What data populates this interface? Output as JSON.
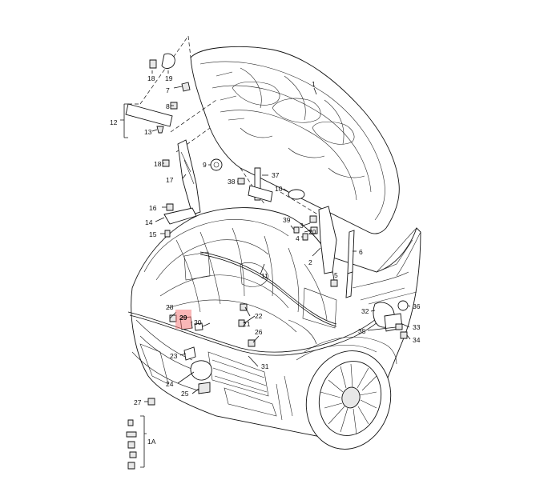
{
  "diagram": {
    "highlight_color": "#f47c7c",
    "labels": [
      {
        "id": "p1",
        "text": "1"
      },
      {
        "id": "p1a",
        "text": "1A"
      },
      {
        "id": "p2",
        "text": "2"
      },
      {
        "id": "p3",
        "text": "3"
      },
      {
        "id": "p4",
        "text": "4"
      },
      {
        "id": "p5",
        "text": "5"
      },
      {
        "id": "p6",
        "text": "6"
      },
      {
        "id": "p7",
        "text": "7"
      },
      {
        "id": "p8",
        "text": "8"
      },
      {
        "id": "p9",
        "text": "9"
      },
      {
        "id": "p10",
        "text": "10"
      },
      {
        "id": "p11",
        "text": "11"
      },
      {
        "id": "p12",
        "text": "12"
      },
      {
        "id": "p13",
        "text": "13"
      },
      {
        "id": "p14",
        "text": "14"
      },
      {
        "id": "p15",
        "text": "15"
      },
      {
        "id": "p16",
        "text": "16"
      },
      {
        "id": "p17",
        "text": "17"
      },
      {
        "id": "p18a",
        "text": "18"
      },
      {
        "id": "p18b",
        "text": "18"
      },
      {
        "id": "p19",
        "text": "19"
      },
      {
        "id": "p20",
        "text": "20"
      },
      {
        "id": "p21",
        "text": "21"
      },
      {
        "id": "p22",
        "text": "22"
      },
      {
        "id": "p23",
        "text": "23"
      },
      {
        "id": "p24",
        "text": "24"
      },
      {
        "id": "p25",
        "text": "25"
      },
      {
        "id": "p26",
        "text": "26"
      },
      {
        "id": "p27",
        "text": "27"
      },
      {
        "id": "p28",
        "text": "28"
      },
      {
        "id": "p29",
        "text": "29"
      },
      {
        "id": "p30",
        "text": "30"
      },
      {
        "id": "p31",
        "text": "31"
      },
      {
        "id": "p32",
        "text": "32"
      },
      {
        "id": "p33",
        "text": "33"
      },
      {
        "id": "p34",
        "text": "34"
      },
      {
        "id": "p35",
        "text": "35"
      },
      {
        "id": "p36",
        "text": "36"
      },
      {
        "id": "p37",
        "text": "37"
      },
      {
        "id": "p38",
        "text": "38"
      },
      {
        "id": "p39",
        "text": "39"
      }
    ]
  }
}
